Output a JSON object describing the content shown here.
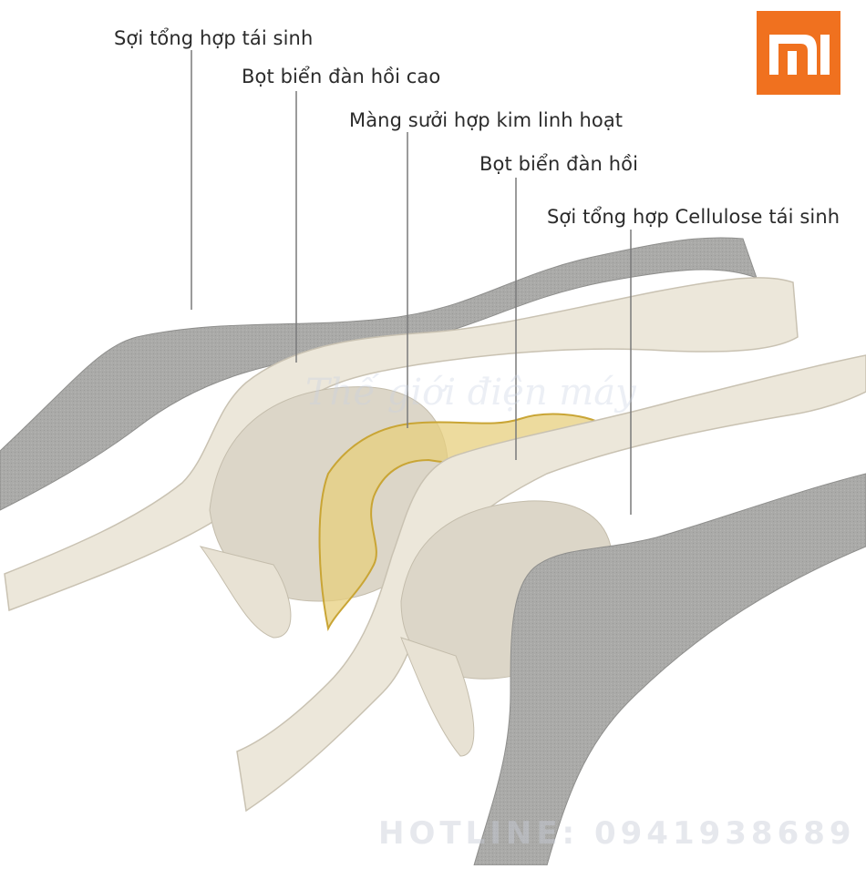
{
  "brand": {
    "logo_text": "mi",
    "logo_color": "#f0711f"
  },
  "labels": [
    "Sợi tổng hợp tái sinh",
    "Bọt biển đàn hồi cao",
    "Màng sưởi hợp kim linh hoạt",
    "Bọt biển đàn hồi",
    "Sợi tổng hợp Cellulose tái sinh"
  ],
  "watermark": {
    "text": "Thế giới điện máy",
    "hotline": "HOTLINE: 0941938689"
  },
  "colors": {
    "fabric": "#a9a9a7",
    "foam": "#ece7da",
    "foam_inner": "#dcd6c8",
    "alloy": "#d8b44a",
    "leader": "#7a7a7a"
  }
}
